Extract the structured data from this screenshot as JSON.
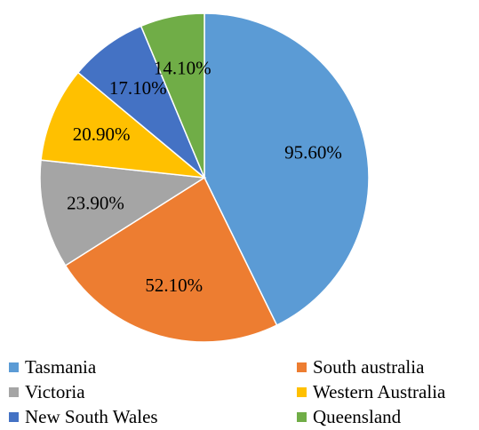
{
  "chart_data": {
    "type": "pie",
    "categories": [
      "Tasmania",
      "South australia",
      "Victoria",
      "Western Australia",
      "New South Wales",
      "Queensland"
    ],
    "values": [
      95.6,
      52.1,
      23.9,
      20.9,
      17.1,
      14.1
    ],
    "value_labels": [
      "95.60%",
      "52.10%",
      "23.90%",
      "20.90%",
      "17.10%",
      "14.10%"
    ],
    "colors": [
      "#5B9BD5",
      "#ED7D31",
      "#A5A5A5",
      "#FFC000",
      "#4472C4",
      "#70AD47"
    ],
    "start_angle": "12 o'clock",
    "direction": "clockwise",
    "legend_position": "bottom"
  }
}
